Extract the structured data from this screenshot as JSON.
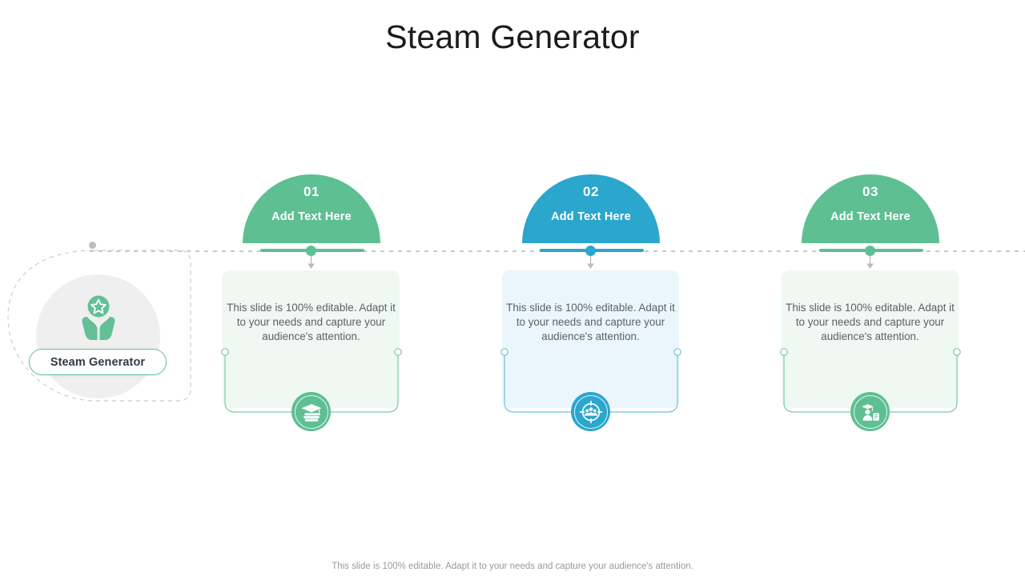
{
  "slide": {
    "title": "Steam Generator",
    "footer": "This slide is 100% editable. Adapt it to your needs and capture your audience's attention."
  },
  "colors": {
    "green": "#5ebf93",
    "green_dark": "#53b98b",
    "blue": "#2ba6cd",
    "card_green_bg": "#eff8f3",
    "card_blue_bg": "#eaf6fb",
    "text_body": "#5c6165",
    "title_text": "#1b1b1b",
    "footer_text": "#9a9a9a",
    "dash_gray": "#c9c9c9",
    "left_circle_bg": "#efefef"
  },
  "left_badge": {
    "label": "Steam Generator",
    "icon": "hands-holding-star-icon"
  },
  "columns": [
    {
      "number": "01",
      "heading": "Add  Text Here",
      "body": "This slide is 100% editable. Adapt  it to your needs and capture your audience's attention.",
      "accent": "#5ebf93",
      "card_class": "card-green",
      "icon": "graduation-cap-books-icon"
    },
    {
      "number": "02",
      "heading": "Add  Text Here",
      "body": "This slide is 100% editable. Adapt  it to your needs and capture your audience's attention.",
      "accent": "#2ba6cd",
      "card_class": "card-blue",
      "icon": "target-people-group-icon"
    },
    {
      "number": "03",
      "heading": "Add  Text Here",
      "body": "This slide is 100% editable. Adapt  it to your needs and capture your audience's attention.",
      "accent": "#5ebf93",
      "card_class": "card-green",
      "icon": "graduate-student-desk-icon"
    }
  ]
}
